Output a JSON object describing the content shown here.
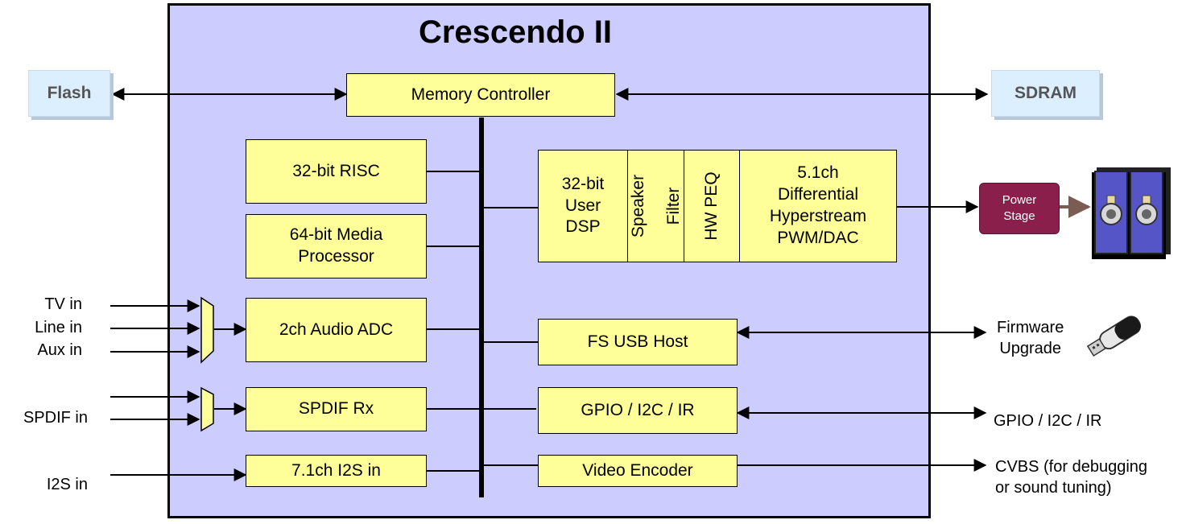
{
  "title": "Crescendo II",
  "external": {
    "flash": "Flash",
    "sdram": "SDRAM"
  },
  "blocks": {
    "memory_controller": "Memory Controller",
    "risc": "32-bit RISC",
    "media_processor": [
      "64-bit Media",
      "Processor"
    ],
    "audio_adc": "2ch Audio ADC",
    "spdif_rx": "SPDIF Rx",
    "i2s_in": "7.1ch I2S in",
    "user_dsp": [
      "32-bit",
      "User",
      "DSP"
    ],
    "speaker_filter": [
      "Speaker",
      "Filter"
    ],
    "hw_peq": "HW PEQ",
    "pwm_dac": [
      "5.1ch",
      "Differential",
      "Hyperstream",
      "PWM/DAC"
    ],
    "usb_host": "FS USB Host",
    "gpio": "GPIO / I2C / IR",
    "video_encoder": "Video Encoder"
  },
  "inputs": {
    "tv_in": "TV in",
    "line_in": "Line in",
    "aux_in": "Aux in",
    "spdif_in": "SPDIF in",
    "i2s_in": "I2S in"
  },
  "outputs": {
    "power_stage": [
      "Power",
      "Stage"
    ],
    "firmware_upgrade": [
      "Firmware",
      "Upgrade"
    ],
    "gpio": "GPIO / I2C / IR",
    "cvbs": [
      "CVBS (for debugging",
      "or sound tuning)"
    ]
  },
  "icons": [
    "speaker-icon",
    "usb-stick-icon"
  ],
  "colors": {
    "chip_fill": "#ccccff",
    "block_fill": "#ffff99",
    "external_fill": "#dcefff",
    "power_stage_fill": "#8b1f4b",
    "speaker_box_fill": "#5555c8"
  }
}
